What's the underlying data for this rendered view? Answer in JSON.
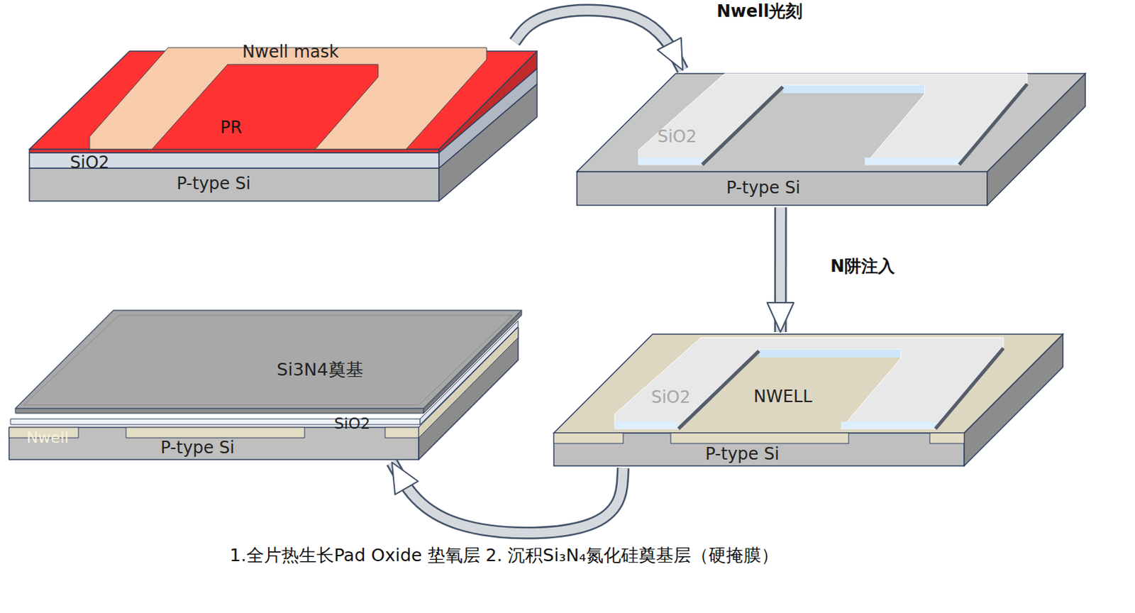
{
  "diagram": {
    "nodes": [
      {
        "text": [
          "Nwell mask",
          "PR",
          "SiO2",
          "P-type Si"
        ]
      },
      {
        "text": [
          "SiO2",
          "P-type Si"
        ]
      },
      {
        "text": [
          "SiO2",
          "NWELL",
          "P-type Si"
        ]
      },
      {
        "text": [
          "Si3N4奠基",
          "SiO2",
          "Nwell",
          "P-type Si"
        ]
      }
    ],
    "edges": [
      {
        "from": 0,
        "to": 1,
        "arrow": "to",
        "label": "Nwell光刻"
      },
      {
        "from": 1,
        "to": 2,
        "arrow": "to",
        "label": "N阱注入"
      },
      {
        "from": 2,
        "to": 3,
        "arrow": "to",
        "label": "1.全片热生长Pad Oxide 垫氧层 2. 沉积Si₃N₄氮化硅奠基层（硬掩膜）"
      }
    ]
  }
}
